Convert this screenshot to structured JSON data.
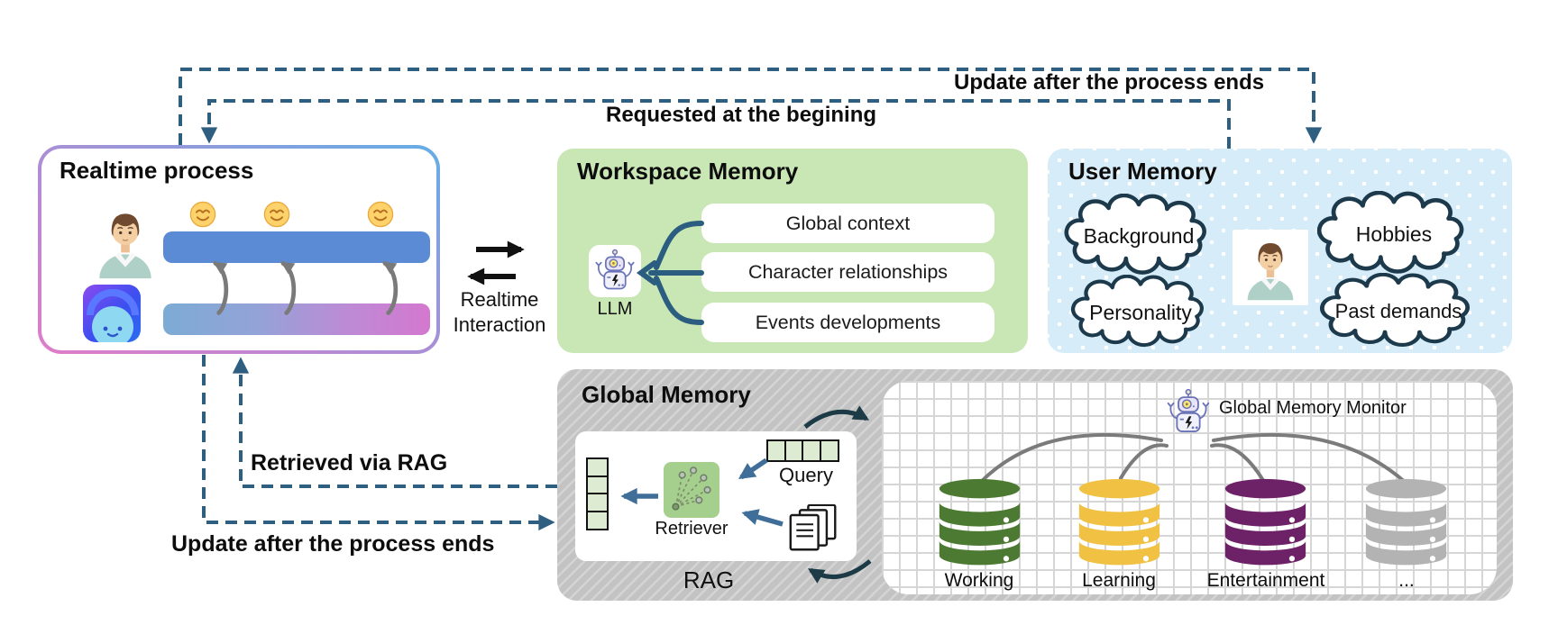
{
  "labels": {
    "update_top": "Update after the process ends",
    "requested_beginning": "Requested at the begining",
    "retrieved_rag": "Retrieved via RAG",
    "update_bottom": "Update after the process ends",
    "realtime_interaction_line1": "Realtime",
    "realtime_interaction_line2": "Interaction"
  },
  "realtime_process": {
    "title": "Realtime process"
  },
  "workspace_memory": {
    "title": "Workspace Memory",
    "llm_label": "LLM",
    "items": [
      "Global context",
      "Character relationships",
      "Events developments"
    ]
  },
  "user_memory": {
    "title": "User Memory",
    "clouds": [
      "Background",
      "Personality",
      "Hobbies",
      "Past demands"
    ]
  },
  "global_memory": {
    "title": "Global Memory",
    "rag_label": "RAG",
    "query_label": "Query",
    "retriever_label": "Retriever",
    "monitor_label": "Global Memory Monitor",
    "databases": [
      {
        "label": "Working",
        "color": "#4d7a32"
      },
      {
        "label": "Learning",
        "color": "#f0c143"
      },
      {
        "label": "Entertainment",
        "color": "#6d2166"
      },
      {
        "label": "...",
        "color": "#b3b3b3"
      }
    ]
  },
  "colors": {
    "dashed_arrow": "#2e5f80",
    "workspace_bg": "#c9e6b5",
    "user_bg": "#d6ecf8",
    "global_bg": "#c3c3c3",
    "realtime_bar_blue": "#5b8bd5",
    "exchange_arrow": "#1d3b46"
  }
}
